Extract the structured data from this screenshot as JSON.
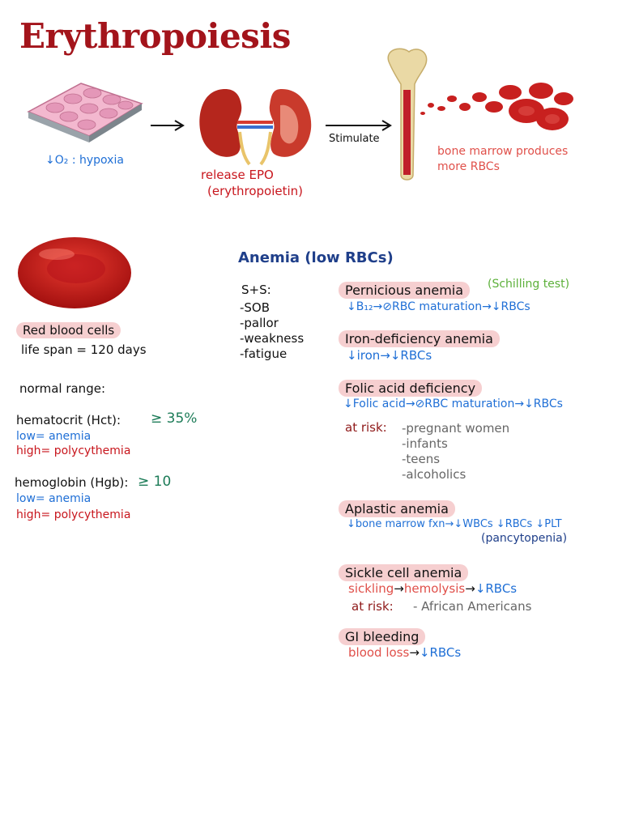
{
  "title": "Erythropoiesis",
  "flow": {
    "hypoxia": "↓O₂ : hypoxia",
    "release_epo": "release EPO",
    "erythropoietin": "(erythropoietin)",
    "stimulate": "Stimulate",
    "marrow_line1": "bone marrow produces",
    "marrow_line2": "more RBCs"
  },
  "rbc": {
    "label": "Red blood cells",
    "lifespan": "life span = 120 days",
    "normal_range": "normal range:",
    "hct_label": "hematocrit (Hct):",
    "hct_value": "≥ 35%",
    "hct_low": "low= anemia",
    "hct_high": "high= polycythemia",
    "hgb_label": "hemoglobin (Hgb):",
    "hgb_value": "≥ 10",
    "hgb_low": "low= anemia",
    "hgb_high": "high= polycythemia"
  },
  "anemia": {
    "heading": "Anemia (low RBCs)",
    "ss_title": "S+S:",
    "ss": [
      "-SOB",
      "-pallor",
      "-weakness",
      "-fatigue"
    ],
    "pernicious": {
      "name": "Pernicious anemia",
      "test": "(Schilling test)",
      "desc": "↓B₁₂→⊘RBC maturation→↓RBCs"
    },
    "iron": {
      "name": "Iron-deficiency anemia",
      "desc": "↓iron→↓RBCs"
    },
    "folic": {
      "name": "Folic acid deficiency",
      "desc": "↓Folic acid→⊘RBC maturation→↓RBCs",
      "at_risk_label": "at risk:",
      "at_risk": [
        "-pregnant women",
        "-infants",
        "-teens",
        "-alcoholics"
      ]
    },
    "aplastic": {
      "name": "Aplastic anemia",
      "desc": "↓bone marrow fxn→↓WBCs ↓RBCs ↓PLT",
      "desc2": "(pancytopenia)"
    },
    "sickle": {
      "name": "Sickle cell anemia",
      "part1": "sickling",
      "arrow1": "→",
      "part2": "hemolysis",
      "arrow2": "→",
      "part3": "↓RBCs",
      "at_risk_label": "at risk:",
      "at_risk": "- African Americans"
    },
    "gi": {
      "name": "GI bleeding",
      "part1": "blood loss",
      "arrow": "→",
      "part2": "↓RBCs"
    }
  }
}
